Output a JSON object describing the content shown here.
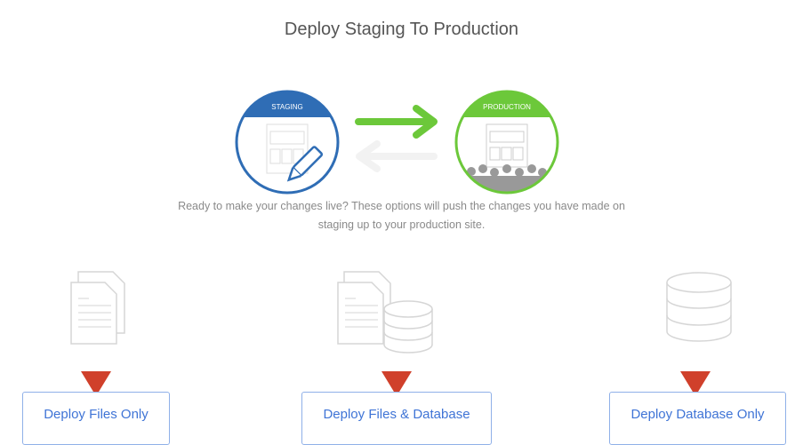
{
  "title": "Deploy Staging To Production",
  "diagram": {
    "staging_label": "STAGING",
    "production_label": "PRODUCTION"
  },
  "description": "Ready to make your changes live? These options will push the changes you have made on staging up to your production site.",
  "options": [
    {
      "label": "Deploy Files Only",
      "icon": "files-icon"
    },
    {
      "label": "Deploy Files & Database",
      "icon": "files-database-icon"
    },
    {
      "label": "Deploy Database Only",
      "icon": "database-icon"
    }
  ],
  "colors": {
    "staging": "#2f6db5",
    "production": "#6cc83a",
    "arrow_marker": "#d0402b",
    "button_text": "#3f74d6"
  }
}
